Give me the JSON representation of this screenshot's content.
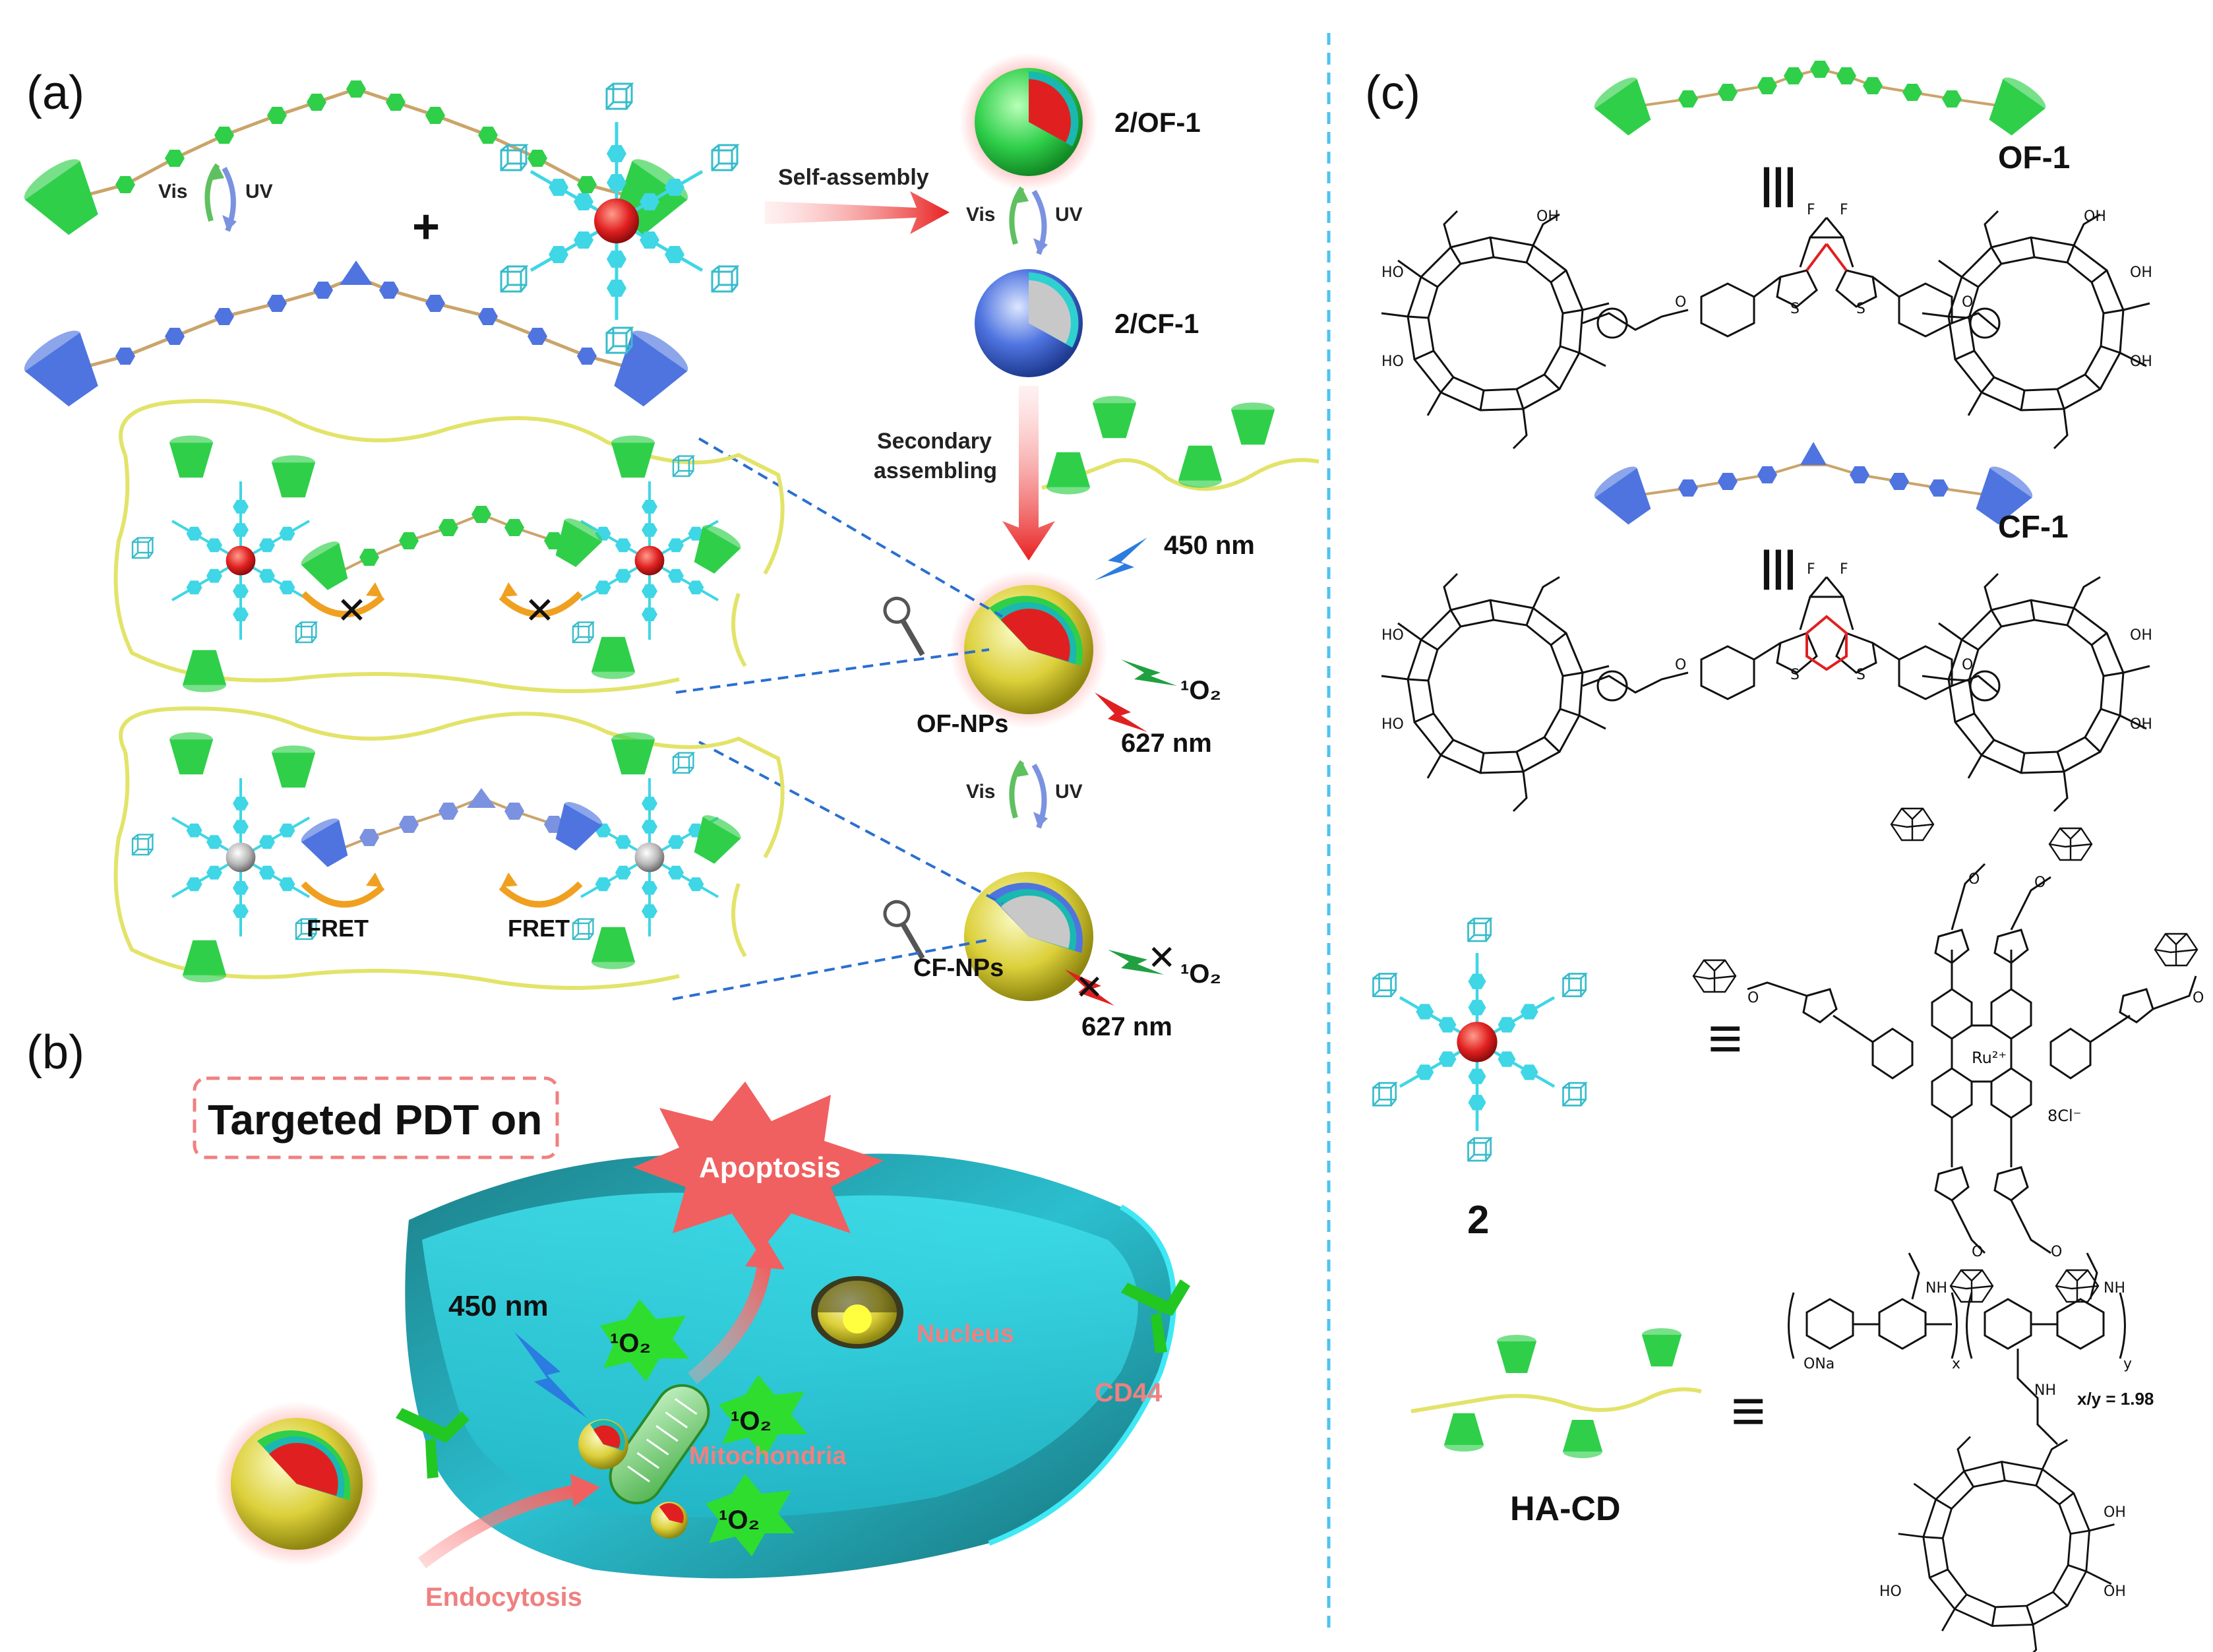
{
  "panels": {
    "a": "(a)",
    "b": "(b)",
    "c": "(c)"
  },
  "panel_a": {
    "uv": "UV",
    "vis": "Vis",
    "plus": "+",
    "self_assembly": "Self-assembly",
    "sphere_open": "2/OF-1",
    "sphere_closed": "2/CF-1",
    "secondary_line1": "Secondary",
    "secondary_line2": "assembling",
    "wavelength_excite": "450 nm",
    "wavelength_emit": "627 nm",
    "singlet_oxygen": "¹O₂",
    "of_nps": "OF-NPs",
    "cf_nps": "CF-NPs",
    "fret": "FRET",
    "blocked": "✕"
  },
  "panel_b": {
    "box_title": "Targeted PDT on",
    "apoptosis": "Apoptosis",
    "nucleus": "Nucleus",
    "cd44": "CD44",
    "wavelength": "450 nm",
    "singlet_oxygen": "¹O₂",
    "mitochondria": "Mitochondria",
    "endocytosis": "Endocytosis"
  },
  "panel_c": {
    "of1": "OF-1",
    "cf1": "CF-1",
    "compound2": "2",
    "hacd": "HA-CD",
    "equiv": "|||",
    "triple": "≡",
    "ratio": "x/y = 1.98",
    "counterion": "8Cl⁻",
    "ru": "Ru²⁺",
    "oh": "OH",
    "ho": "HO",
    "o": "O",
    "s": "S",
    "n": "N",
    "f": "F",
    "nh": "NH",
    "ona": "ONa",
    "x": "x",
    "y": "y"
  },
  "colors": {
    "green": "#2fcf4a",
    "blue": "#4f74e0",
    "cyan": "#3fd6e6",
    "red": "#e02020",
    "yellow_line": "#e3e36a",
    "cell": "#2bbfcf",
    "divider": "#4ec3f0",
    "pink": "#f08080",
    "dash_box": "#f08080"
  }
}
